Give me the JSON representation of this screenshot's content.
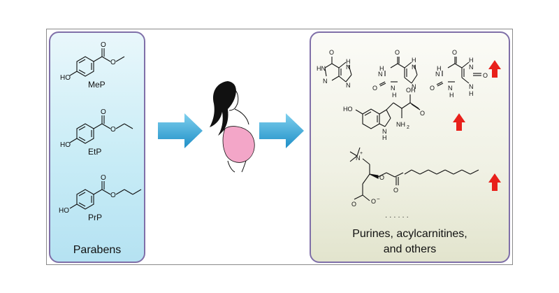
{
  "parabens": {
    "label": "Parabens",
    "compounds": [
      {
        "name": "MeP",
        "ho": "HO"
      },
      {
        "name": "EtP",
        "ho": "HO"
      },
      {
        "name": "PrP",
        "ho": "HO"
      }
    ]
  },
  "metabolites": {
    "label_line1": "Purines, acylcarnitines,",
    "label_line2": "and others",
    "ellipsis": "· · · · · ·",
    "purine_atoms": {
      "nh": "NH",
      "hn": "HN",
      "h": "H",
      "n": "N",
      "o": "O"
    },
    "indole_atoms": {
      "oh": "OH",
      "ho": "HO",
      "nh2": "NH",
      "sub2": "2",
      "n": "N",
      "h": "H",
      "o": "O"
    },
    "carnitine_atoms": {
      "n": "N",
      "plus": "+",
      "o": "O",
      "ominus": "O",
      "minus": "−"
    }
  },
  "colors": {
    "blue_arrow": "#2fa6d8",
    "red_arrow": "#e8201b",
    "panel_border": "#7f6fa8",
    "pink_belly": "#f3a6c8"
  }
}
